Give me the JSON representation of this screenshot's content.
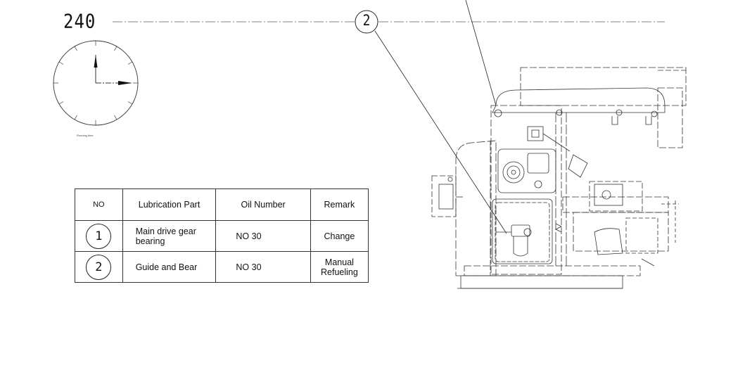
{
  "header": {
    "interval_label": "240",
    "balloon_number": "2"
  },
  "clock": {
    "caption": "Running time"
  },
  "lubrication_table": {
    "headers": {
      "no": "NO",
      "part": "Lubrication Part",
      "oil": "Oil Number",
      "remark": "Remark"
    },
    "rows": [
      {
        "no": "1",
        "part": "Main drive gear bearing",
        "oil": "NO 30",
        "remark": "Change"
      },
      {
        "no": "2",
        "part": "Guide and Bear",
        "oil": "NO 30",
        "remark": "Manual Refueling"
      }
    ]
  }
}
